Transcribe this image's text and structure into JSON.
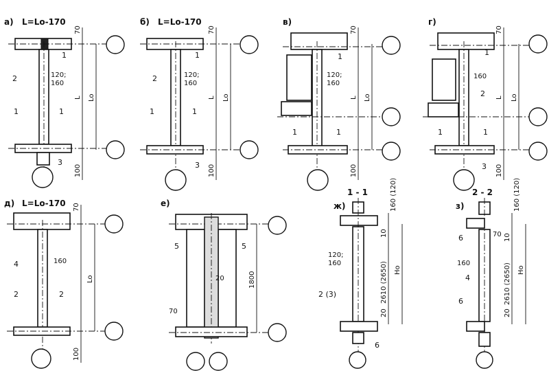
{
  "panels": {
    "a": {
      "letter": "а)",
      "formula": "L=Lo-170"
    },
    "b": {
      "letter": "б)",
      "formula": "L=Lo-170"
    },
    "v": {
      "letter": "в)"
    },
    "g": {
      "letter": "г)"
    },
    "d": {
      "letter": "д)",
      "formula": "L=Lo-170"
    },
    "e": {
      "letter": "е)"
    },
    "zh": {
      "letter": "ж)",
      "section": "1 - 1"
    },
    "z": {
      "letter": "з)",
      "section": "2 - 2"
    }
  },
  "dims": {
    "d70": "70",
    "d100": "100",
    "dL": "L",
    "dLo": "Lo",
    "d120_160a": "120;",
    "d120_160b": "160",
    "d160": "160",
    "d1800": "1800",
    "d20": "20",
    "d160_120": "160 (120)",
    "d10": "10",
    "d2610": "2610 (2650)",
    "dHo": "Ho"
  },
  "marks": {
    "m1": "1",
    "m2": "2",
    "m3": "3",
    "m4": "4",
    "m5": "5",
    "m6": "6",
    "m23": "2 (3)"
  }
}
